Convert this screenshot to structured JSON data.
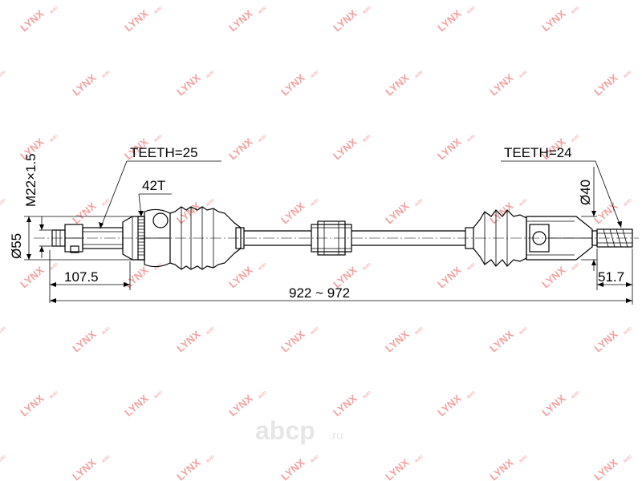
{
  "watermark": {
    "brand": "LYNX",
    "sub": "auto",
    "color": "#f2a3a3"
  },
  "logo": {
    "text": "abcp",
    "tld": ".ru",
    "color": "#e6e6e6"
  },
  "labels": {
    "teeth_left": "TEETH=25",
    "teeth_right": "TEETH=24",
    "spline_count": "42T",
    "thread": "M22×1.5",
    "dia_left": "Ø55",
    "dia_right": "Ø40",
    "len_left": "107.5",
    "len_total": "922 ~ 972",
    "len_right": "51.7"
  }
}
